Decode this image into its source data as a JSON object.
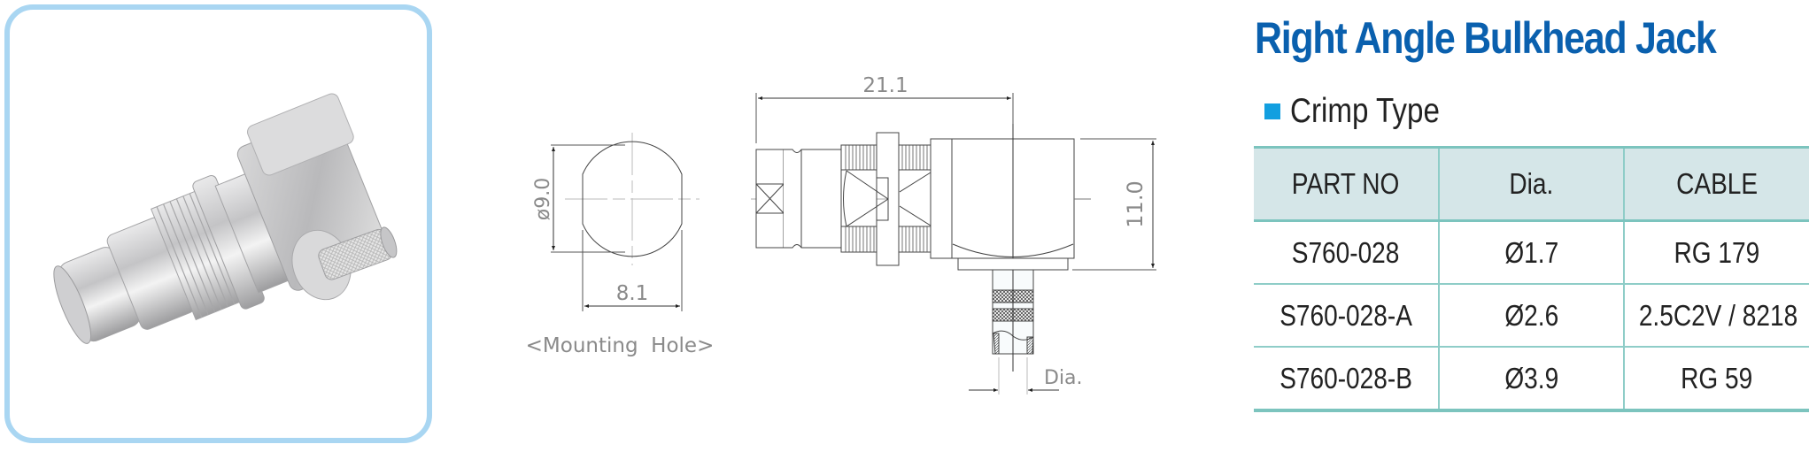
{
  "product": {
    "title": "Right Angle Bulkhead Jack",
    "subtitle": "Crimp Type",
    "photo_alt": "right-angle BNC bulkhead jack connector photo"
  },
  "colors": {
    "title": "#0a60ae",
    "bullet": "#129fe0",
    "photo_border": "#a9d6f2",
    "table_header_bg": "#d5e6e8",
    "table_border": "#7cc4be"
  },
  "mounting_hole": {
    "label": "<Mounting  Hole>",
    "diameter_dim": "ø9.0",
    "flat_width_dim": "8.1"
  },
  "side_view": {
    "length_dim": "21.1",
    "height_dim": "11.0",
    "dia_label": "Dia."
  },
  "table": {
    "headers": [
      "PART NO",
      "Dia.",
      "CABLE"
    ],
    "rows": [
      {
        "part_no": "S760-028",
        "dia": "Ø1.7",
        "cable": "RG 179"
      },
      {
        "part_no": "S760-028-A",
        "dia": "Ø2.6",
        "cable": "2.5C2V / 8218"
      },
      {
        "part_no": "S760-028-B",
        "dia": "Ø3.9",
        "cable": "RG 59"
      }
    ]
  }
}
